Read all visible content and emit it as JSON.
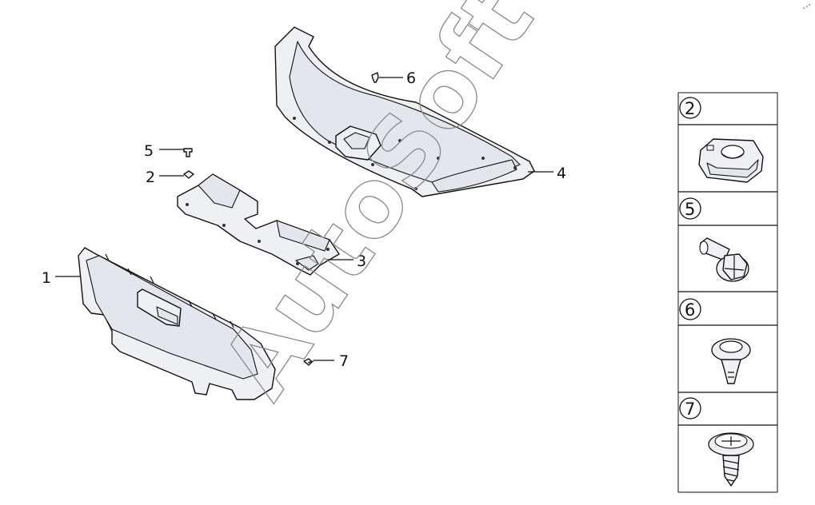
{
  "callouts": [
    {
      "id": "1",
      "label": "1"
    },
    {
      "id": "2",
      "label": "2"
    },
    {
      "id": "3",
      "label": "3"
    },
    {
      "id": "4",
      "label": "4"
    },
    {
      "id": "5",
      "label": "5"
    },
    {
      "id": "6",
      "label": "6"
    },
    {
      "id": "7",
      "label": "7"
    }
  ],
  "legend": {
    "items": [
      {
        "number": "2",
        "icon": "clip-nut-icon"
      },
      {
        "number": "5",
        "icon": "flange-bolt-icon"
      },
      {
        "number": "6",
        "icon": "push-rivet-icon"
      },
      {
        "number": "7",
        "icon": "tapping-screw-icon"
      }
    ]
  },
  "watermark": {
    "text": "AutoSoft"
  },
  "colors": {
    "line": "#111111",
    "part_fill": "#eef0f4",
    "watermark": "#8a8a8a",
    "corner_mark": "#6f86c9"
  }
}
